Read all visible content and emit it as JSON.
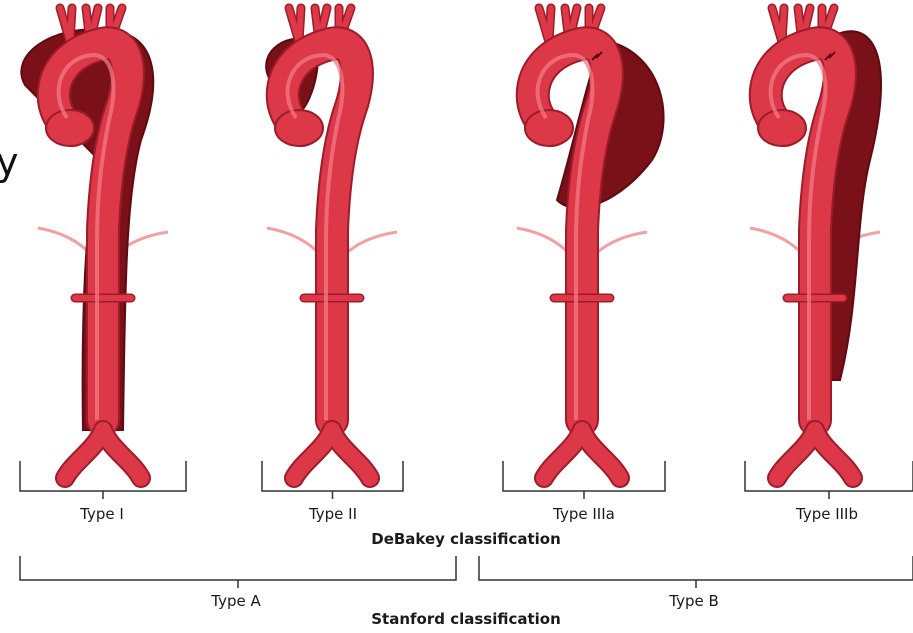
{
  "panels": [
    {
      "label": "Type I",
      "dissection": "full-ascending-descending"
    },
    {
      "label": "Type II",
      "dissection": "ascending-only"
    },
    {
      "label": "Type IIIa",
      "dissection": "descending-thoracic"
    },
    {
      "label": "Type IIIb",
      "dissection": "descending-to-abdominal"
    }
  ],
  "debakey_label": "DeBakey classification",
  "stanford": {
    "type_a": "Type A",
    "type_b": "Type B",
    "label": "Stanford classification"
  },
  "edge_text": "y",
  "colors": {
    "vessel": "#dd3848",
    "vessel_outline": "#9c1c2a",
    "vessel_highlight": "#f07a84",
    "false_lumen": "#7a1018",
    "false_lumen_dark": "#5e0a12",
    "branch_pale": "#f2a0a4",
    "bracket": "#333333"
  }
}
